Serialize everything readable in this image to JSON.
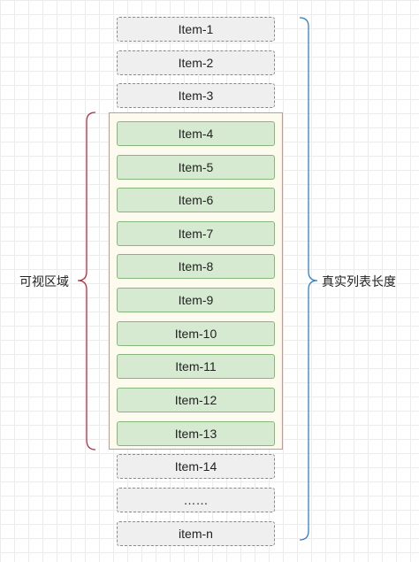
{
  "colors": {
    "visible_fill": "#d5ead0",
    "visible_border": "#86b67b",
    "hidden_fill": "#efefef",
    "hidden_border": "#8a8a8a",
    "viewport_fill": "#fdfbee",
    "viewport_border": "#e88a8a",
    "left_brace": "#b22f4a",
    "right_brace": "#2f7fc8"
  },
  "items": [
    {
      "label": "Item-1",
      "state": "hidden"
    },
    {
      "label": "Item-2",
      "state": "hidden"
    },
    {
      "label": "Item-3",
      "state": "hidden"
    },
    {
      "label": "Item-4",
      "state": "visible"
    },
    {
      "label": "Item-5",
      "state": "visible"
    },
    {
      "label": "Item-6",
      "state": "visible"
    },
    {
      "label": "Item-7",
      "state": "visible"
    },
    {
      "label": "Item-8",
      "state": "visible"
    },
    {
      "label": "Item-9",
      "state": "visible"
    },
    {
      "label": "Item-10",
      "state": "visible"
    },
    {
      "label": "Item-11",
      "state": "visible"
    },
    {
      "label": "Item-12",
      "state": "visible"
    },
    {
      "label": "Item-13",
      "state": "visible"
    },
    {
      "label": "Item-14",
      "state": "hidden"
    },
    {
      "label": "……",
      "state": "hidden"
    },
    {
      "label": "item-n",
      "state": "hidden"
    }
  ],
  "labels": {
    "visible_area": "可视区域",
    "real_list_length": "真实列表长度"
  }
}
